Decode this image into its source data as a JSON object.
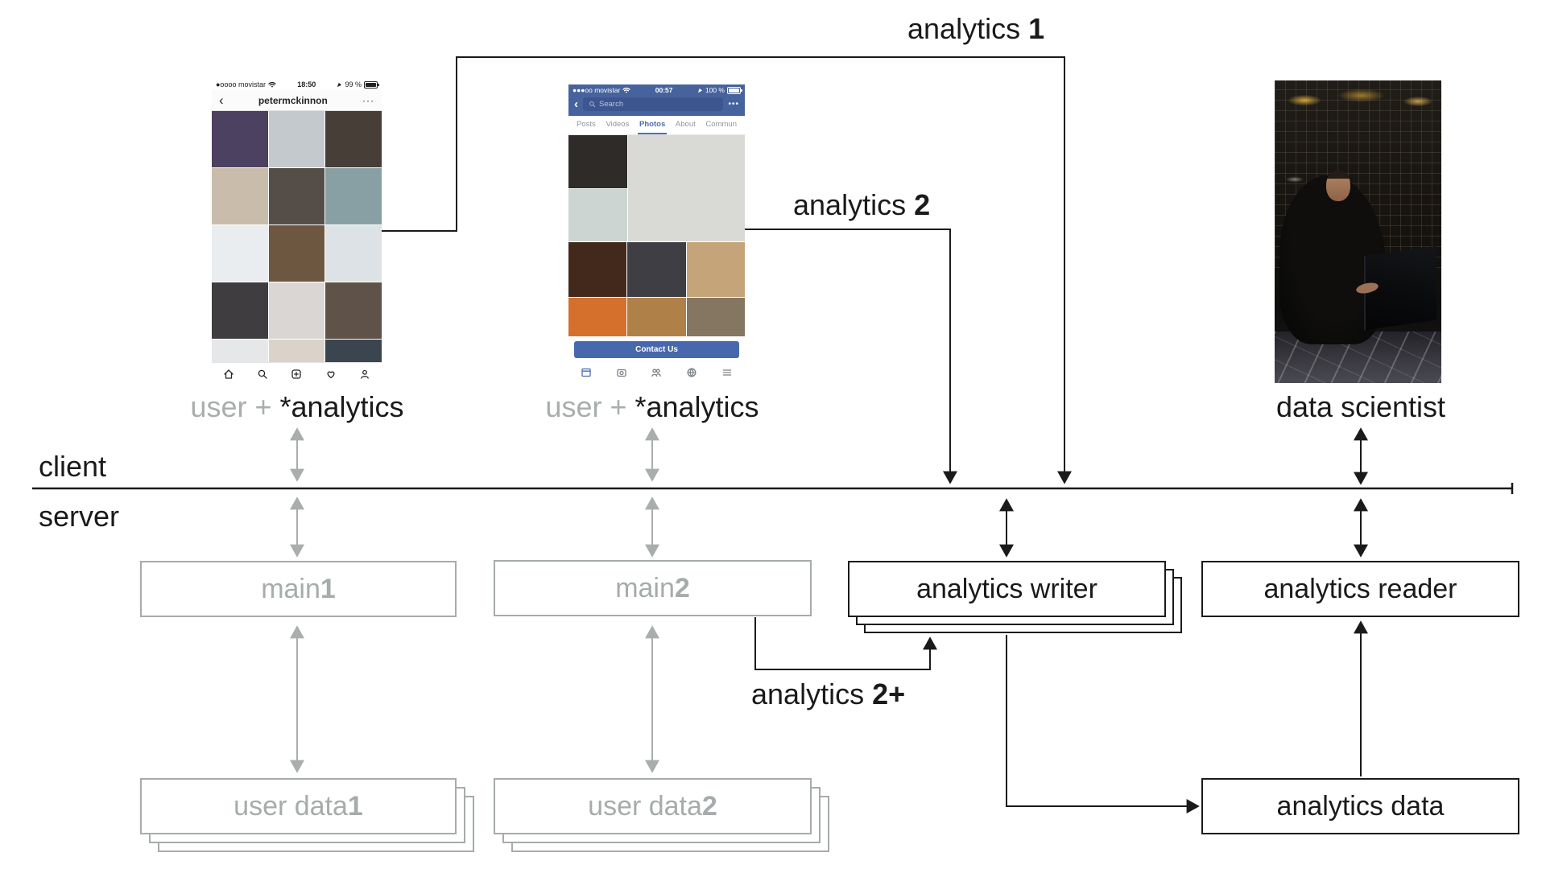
{
  "labels": {
    "analytics1_prefix": "analytics ",
    "analytics1_num": "1",
    "analytics2_prefix": "analytics ",
    "analytics2_num": "2",
    "analytics2plus_prefix": "analytics ",
    "analytics2plus_num": "2+",
    "client": "client",
    "server": "server",
    "user_prefix": "user + ",
    "user_suffix": "*analytics",
    "data_scientist": "data scientist"
  },
  "boxes": {
    "main_prefix": "main ",
    "main1_num": "1",
    "main2_num": "2",
    "writer": "analytics writer",
    "reader": "analytics reader",
    "data": "analytics data",
    "user_data_prefix": "user data ",
    "user_data1_num": "1",
    "user_data2_num": "2"
  },
  "instagram": {
    "carrier": "●oooo movistar",
    "time": "18:50",
    "battery": "99 %",
    "back": "‹",
    "username": "petermckinnon",
    "more": "···",
    "nav_icons": [
      "home",
      "search",
      "add",
      "heart",
      "profile"
    ],
    "tiles": [
      "#4c4160",
      "#c3c9cc",
      "#473e37",
      "#c9bcab",
      "#554e48",
      "#88a0a4",
      "#e9edf0",
      "#6e5740",
      "#dce2e5",
      "#403d40",
      "#d9d6d3",
      "#5f5349",
      "#e6e7e9",
      "#d9d3c9",
      "#3a4550"
    ]
  },
  "facebook": {
    "carrier": "●●●oo movistar",
    "time": "00:57",
    "battery": "100 %",
    "back": "‹",
    "search_placeholder": "Search",
    "more": "•••",
    "tabs": [
      "Posts",
      "Videos",
      "Photos",
      "About",
      "Commun"
    ],
    "active_tab": "Photos",
    "contact_button": "Contact Us",
    "nav_icons": [
      "feed",
      "camera",
      "friends",
      "globe",
      "menu"
    ],
    "tiles_left": [
      "#2f2b29",
      "#ccd5d1"
    ],
    "tile_big": "#d9d9d5",
    "tiles_row3": [
      "#42291c",
      "#3e3e44",
      "#c4a478"
    ],
    "tiles_row4": [
      "#d4702c",
      "#b08049",
      "#857662"
    ]
  },
  "colors": {
    "line_black": "#1a1a1a",
    "diagram_gray": "#a6abab",
    "arrow_gray": "#aaadad",
    "fb_header_blue": "#47639e",
    "fb_button_blue": "#4868ae",
    "fb_active_blue": "#4a6db3"
  }
}
